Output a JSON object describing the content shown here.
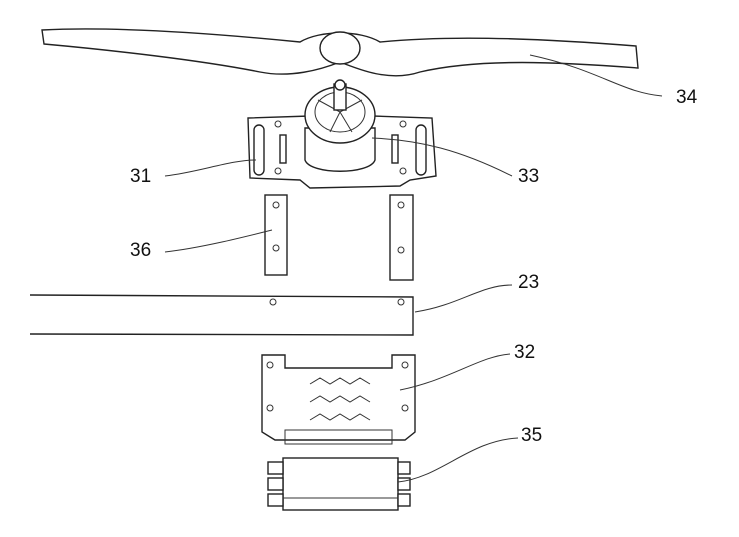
{
  "labels": {
    "propeller": "34",
    "mount_plate": "31",
    "motor": "33",
    "spacers": "36",
    "arm": "23",
    "clamp": "32",
    "esc": "35"
  }
}
